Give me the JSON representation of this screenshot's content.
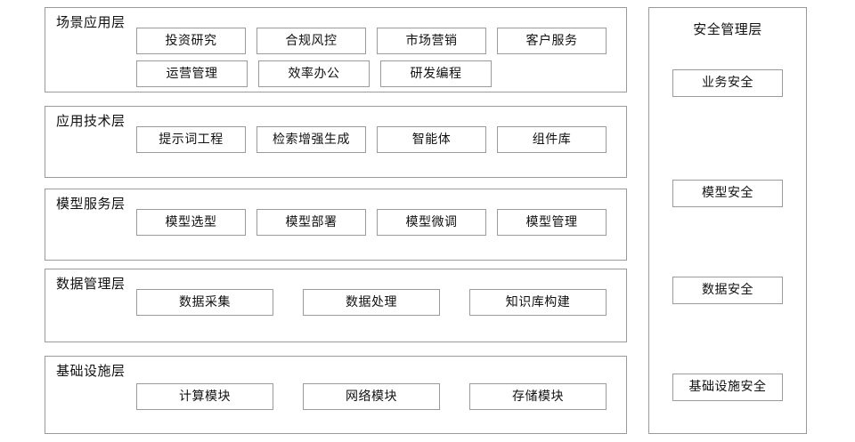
{
  "diagram": {
    "type": "layered-architecture",
    "orientation": "vertical-stack-with-side-column",
    "border_color": "#9a9a9a",
    "background_color": "#ffffff",
    "text_color": "#111111"
  },
  "layers": [
    {
      "title": "场景应用层",
      "rows": [
        {
          "columns": 4,
          "items": [
            "投资研究",
            "合规风控",
            "市场营销",
            "客户服务"
          ]
        },
        {
          "columns": 4,
          "items": [
            "运营管理",
            "效率办公",
            "研发编程"
          ]
        }
      ]
    },
    {
      "title": "应用技术层",
      "rows": [
        {
          "columns": 4,
          "items": [
            "提示词工程",
            "检索增强生成",
            "智能体",
            "组件库"
          ]
        }
      ]
    },
    {
      "title": "模型服务层",
      "rows": [
        {
          "columns": 4,
          "items": [
            "模型选型",
            "模型部署",
            "模型微调",
            "模型管理"
          ]
        }
      ]
    },
    {
      "title": "数据管理层",
      "rows": [
        {
          "columns": 3,
          "items": [
            "数据采集",
            "数据处理",
            "知识库构建"
          ]
        }
      ]
    },
    {
      "title": "基础设施层",
      "rows": [
        {
          "columns": 3,
          "items": [
            "计算模块",
            "网络模块",
            "存储模块"
          ]
        }
      ]
    }
  ],
  "security_panel": {
    "title": "安全管理层",
    "items": [
      "业务安全",
      "模型安全",
      "数据安全",
      "基础设施安全"
    ]
  }
}
